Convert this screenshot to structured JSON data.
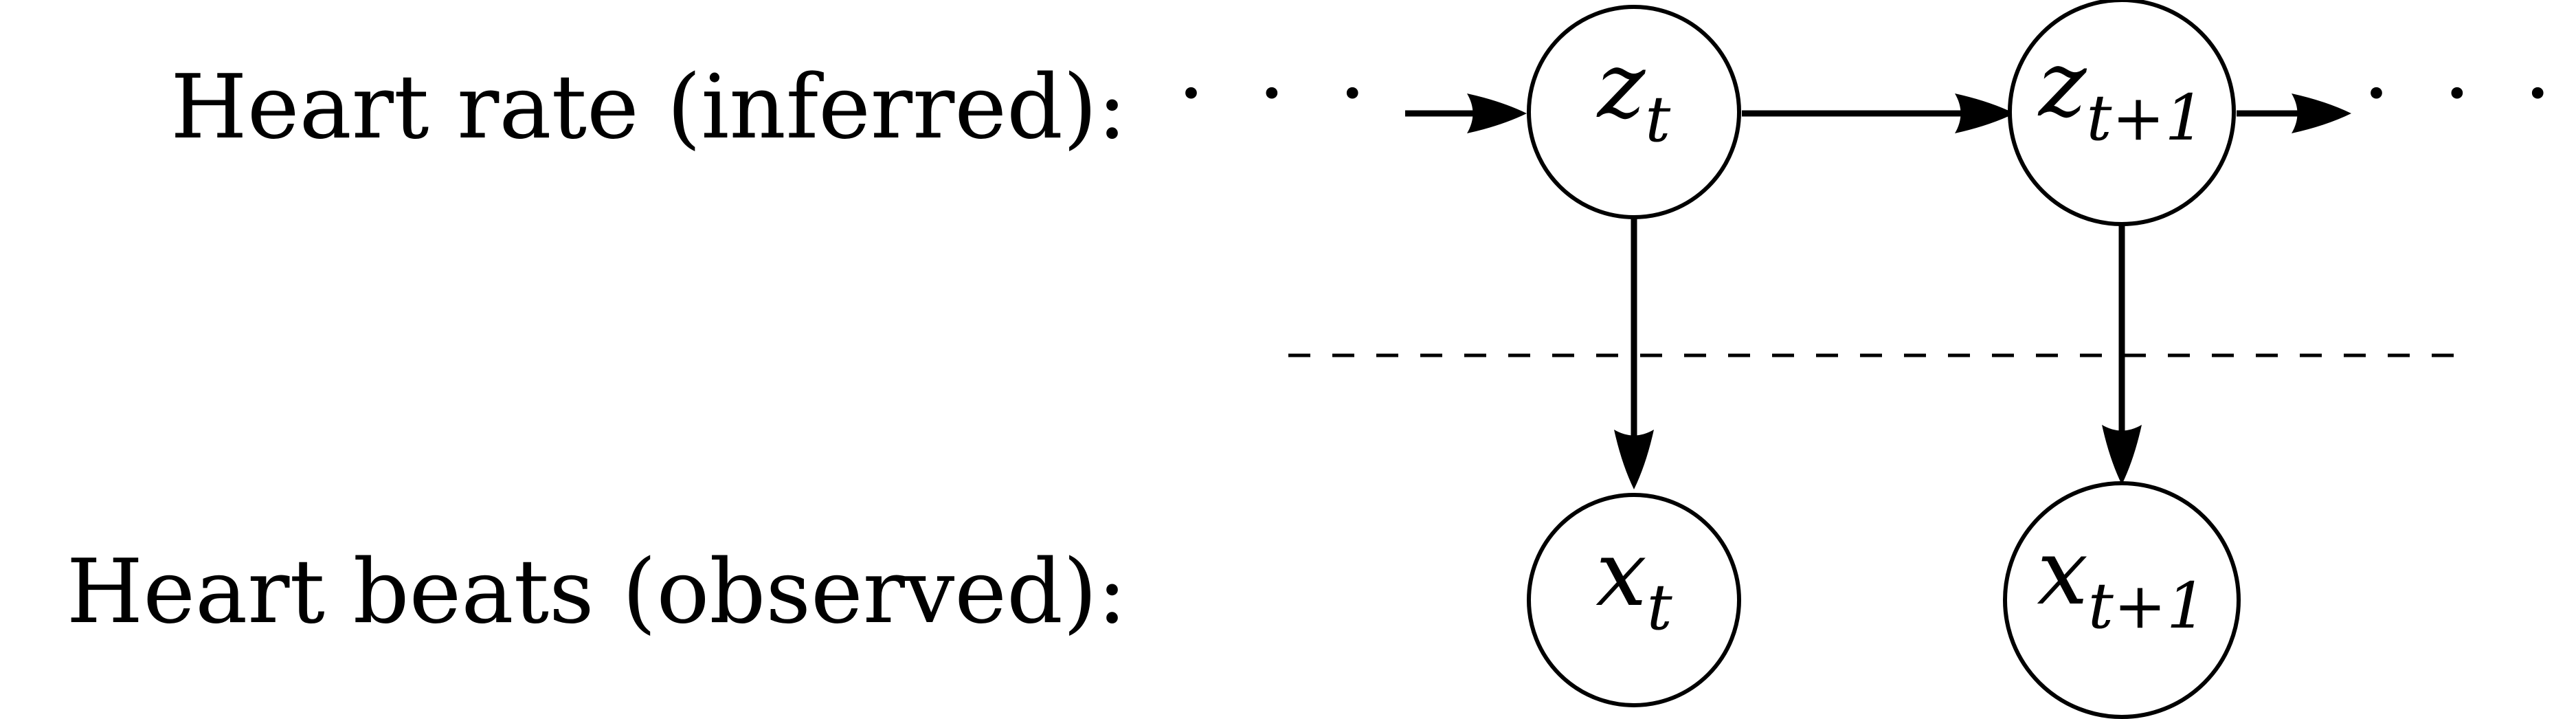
{
  "rows": {
    "inferred": {
      "label": "Heart rate (inferred):"
    },
    "observed": {
      "label": "Heart beats (observed):"
    }
  },
  "ellipsis": {
    "symbol": "· · ·"
  },
  "nodes": {
    "z_t": {
      "var": "z",
      "sub_var": "t",
      "sub_rest": ""
    },
    "z_t1": {
      "var": "z",
      "sub_var": "t",
      "sub_rest": "+1"
    },
    "x_t": {
      "var": "x",
      "sub_var": "t",
      "sub_rest": ""
    },
    "x_t1": {
      "var": "x",
      "sub_var": "t",
      "sub_rest": "+1"
    }
  },
  "style": {
    "ink": "#000000",
    "background": "#ffffff"
  }
}
